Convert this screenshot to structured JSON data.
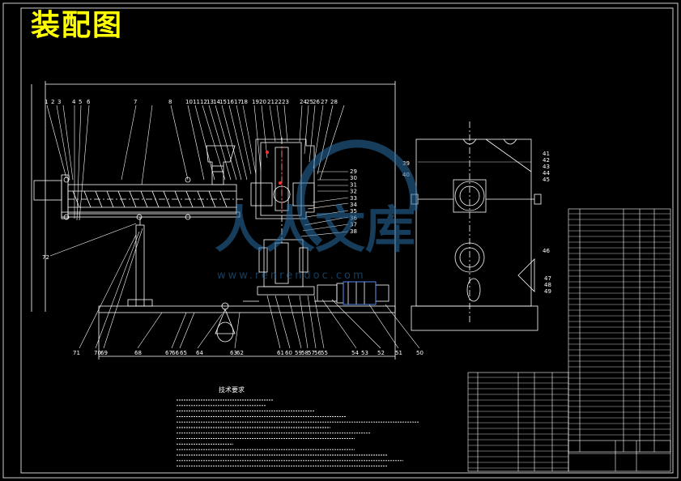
{
  "title": "装配图",
  "colors": {
    "background": "#000000",
    "lines": "#ffffff",
    "title": "#ffff00",
    "watermark": "#2a6fa8",
    "accent_red": "#ff3030",
    "accent_blue": "#3a7bff"
  },
  "balloons_top": [
    "1",
    "2",
    "3",
    "4",
    "5",
    "6",
    "7",
    "8",
    "10",
    "11",
    "12",
    "13",
    "14",
    "15",
    "16",
    "17",
    "18",
    "19",
    "20",
    "21",
    "22",
    "23",
    "24",
    "25",
    "26",
    "27",
    "28"
  ],
  "balloons_right": [
    "29",
    "30",
    "31",
    "32",
    "33",
    "34",
    "35",
    "36",
    "37",
    "38"
  ],
  "balloons_bottom": [
    "71",
    "70",
    "69",
    "68",
    "67",
    "66",
    "65",
    "64",
    "63",
    "62",
    "61",
    "60",
    "59",
    "58",
    "57",
    "56",
    "55",
    "54",
    "53",
    "52",
    "51",
    "50"
  ],
  "balloon_left": "72",
  "side_view_labels": [
    "39",
    "40",
    "41",
    "42",
    "43",
    "44",
    "45",
    "46",
    "47",
    "48",
    "49"
  ],
  "notes_heading": "技术要求",
  "watermark": {
    "text": "人人文库",
    "url": "www.renrendoc.com"
  }
}
